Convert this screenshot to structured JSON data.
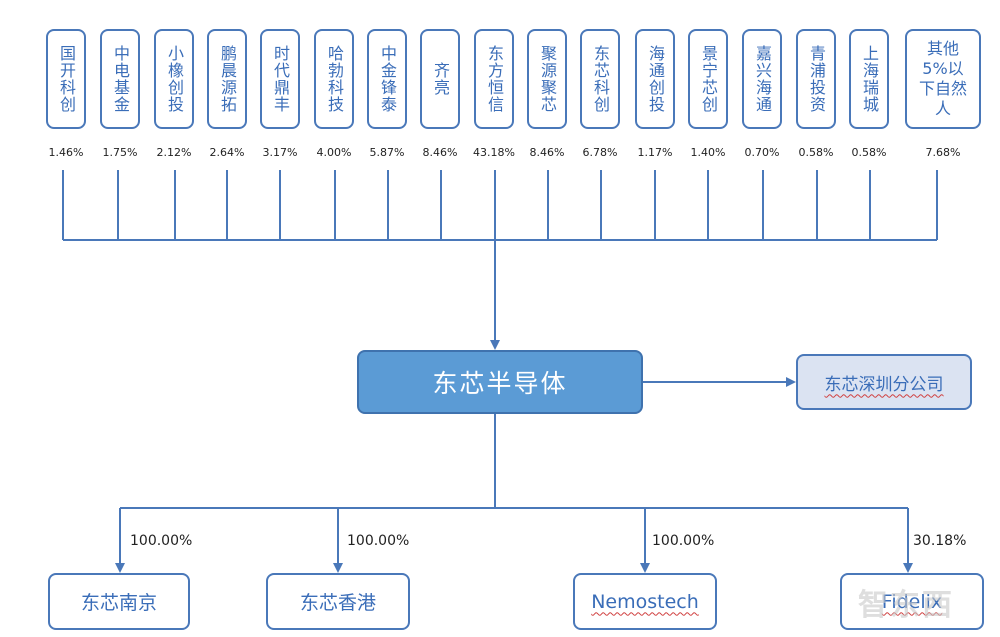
{
  "shareholders": [
    {
      "name": "国开科创",
      "pct": "1.46%"
    },
    {
      "name": "中电基金",
      "pct": "1.75%"
    },
    {
      "name": "小橡创投",
      "pct": "2.12%"
    },
    {
      "name": "鹏晨源拓",
      "pct": "2.64%"
    },
    {
      "name": "时代鼎丰",
      "pct": "3.17%"
    },
    {
      "name": "哈勃科技",
      "pct": "4.00%"
    },
    {
      "name": "中金锋泰",
      "pct": "5.87%"
    },
    {
      "name": "齐亮",
      "pct": "8.46%"
    },
    {
      "name": "东方恒信",
      "pct": "43.18%"
    },
    {
      "name": "聚源聚芯",
      "pct": "8.46%"
    },
    {
      "name": "东芯科创",
      "pct": "6.78%"
    },
    {
      "name": "海通创投",
      "pct": "1.17%"
    },
    {
      "name": "景宁芯创",
      "pct": "1.40%"
    },
    {
      "name": "嘉兴海通",
      "pct": "0.70%"
    },
    {
      "name": "青浦投资",
      "pct": "0.58%"
    },
    {
      "name": "上海瑞城",
      "pct": "0.58%"
    },
    {
      "name": "其他5%以下自然人",
      "pct": "7.68%"
    }
  ],
  "company": {
    "name": "东芯半导体"
  },
  "branch": {
    "name": "东芯深圳分公司"
  },
  "subsidiaries": [
    {
      "name": "东芯南京",
      "pct": "100.00%"
    },
    {
      "name": "东芯香港",
      "pct": "100.00%"
    },
    {
      "name": "Nemostech",
      "pct": "100.00%"
    },
    {
      "name": "Fidelix",
      "pct": "30.18%"
    }
  ],
  "watermark": {
    "text": "智东西"
  },
  "colors": {
    "line": "#4a78b9",
    "main_fill": "#5b9bd5",
    "branch_fill": "#dbe3f2",
    "text_blue": "#3a6db8"
  }
}
